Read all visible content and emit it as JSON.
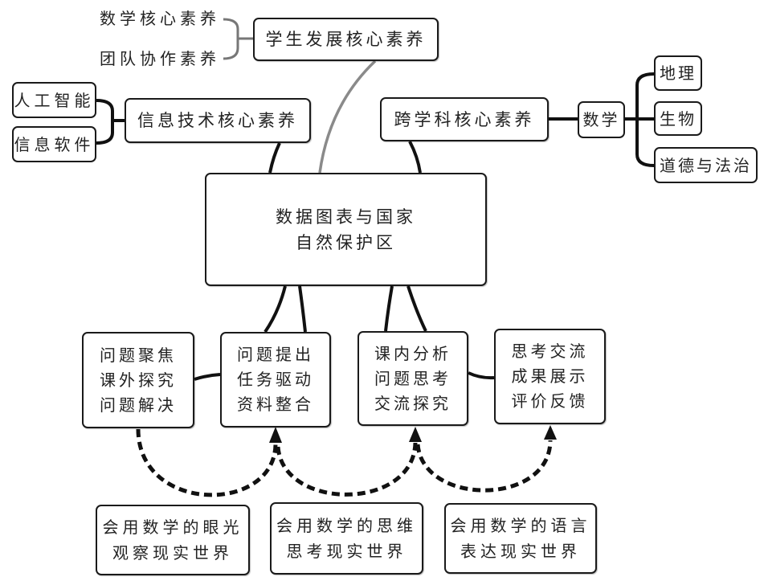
{
  "central_topic": {
    "lines": [
      "数据图表与国家",
      "自然保护区"
    ]
  },
  "student_core": {
    "label": "学生发展核心素养",
    "children": [
      "数学核心素养",
      "团队协作素养"
    ]
  },
  "info_tech": {
    "label": "信息技术核心素养",
    "children": [
      "人工智能",
      "信息软件"
    ]
  },
  "cross_discipline": {
    "label": "跨学科核心素养",
    "hub": "数学",
    "children": [
      "地理",
      "生物",
      "道德与法治"
    ]
  },
  "process_steps": [
    {
      "lines": [
        "问题聚焦",
        "课外探究",
        "问题解决"
      ]
    },
    {
      "lines": [
        "问题提出",
        "任务驱动",
        "资料整合"
      ]
    },
    {
      "lines": [
        "课内分析",
        "问题思考",
        "交流探究"
      ]
    },
    {
      "lines": [
        "思考交流",
        "成果展示",
        "评价反馈"
      ]
    }
  ],
  "math_competencies": [
    {
      "lines": [
        "会用数学的眼光",
        "观察现实世界"
      ]
    },
    {
      "lines": [
        "会用数学的思维",
        "思考现实世界"
      ]
    },
    {
      "lines": [
        "会用数学的语言",
        "表达现实世界"
      ]
    }
  ],
  "colors": {
    "stroke": "#111111",
    "secondary_stroke": "#8a8a8a",
    "text": "#222222",
    "background": "#ffffff"
  }
}
